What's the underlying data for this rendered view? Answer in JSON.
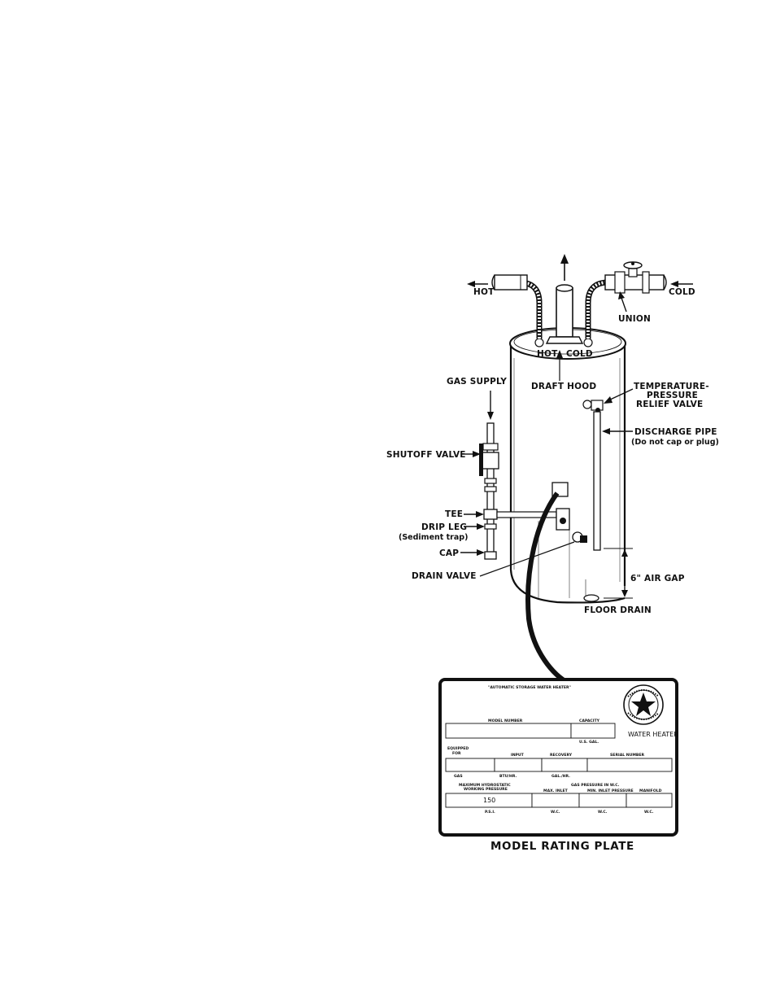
{
  "labels": {
    "hot_pipe": "HOT",
    "cold_pipe": "COLD",
    "union": "UNION",
    "hot_top": "HOT",
    "cold_top": "COLD",
    "draft_hood": "DRAFT HOOD",
    "gas_supply": "GAS SUPPLY",
    "tp_relief_1": "TEMPERATURE-",
    "tp_relief_2": "PRESSURE",
    "tp_relief_3": "RELIEF VALVE",
    "discharge_pipe": "DISCHARGE PIPE",
    "discharge_note": "(Do not cap or plug)",
    "shutoff_valve": "SHUTOFF VALVE",
    "tee": "TEE",
    "drip_leg": "DRIP LEG",
    "drip_leg_note": "(Sediment trap)",
    "cap": "CAP",
    "drain_valve": "DRAIN VALVE",
    "air_gap": "6\" AIR GAP",
    "floor_drain": "FLOOR DRAIN"
  },
  "plate": {
    "heading": "\"AUTOMATIC STORAGE WATER HEATER\"",
    "model_number": "MODEL NUMBER",
    "capacity": "CAPACITY",
    "us_gal": "U.S. GAL.",
    "water_heater": "WATER HEATER",
    "equipped_for_1": "EQUIPPED",
    "equipped_for_2": "FOR",
    "input": "INPUT",
    "recovery": "RECOVERY",
    "serial_number": "SERIAL NUMBER",
    "gas": "GAS",
    "btu_hr": "BTU/HR.",
    "gal_hr": "GAL./HR.",
    "max_hydrostatic_1": "MAXIMUM HYDROSTATIC",
    "max_hydrostatic_2": "WORKING PRESSURE",
    "gas_pressure": "GAS PRESSURE IN W.C.",
    "max_inlet": "MAX. INLET",
    "min_inlet": "MIN. INLET PRESSURE",
    "manifold": "MANIFOLD",
    "pressure_value": "150",
    "psi": "P.S.I.",
    "wc1": "W.C.",
    "wc2": "W.C.",
    "wc3": "W.C.",
    "caption": "MODEL RATING PLATE"
  }
}
